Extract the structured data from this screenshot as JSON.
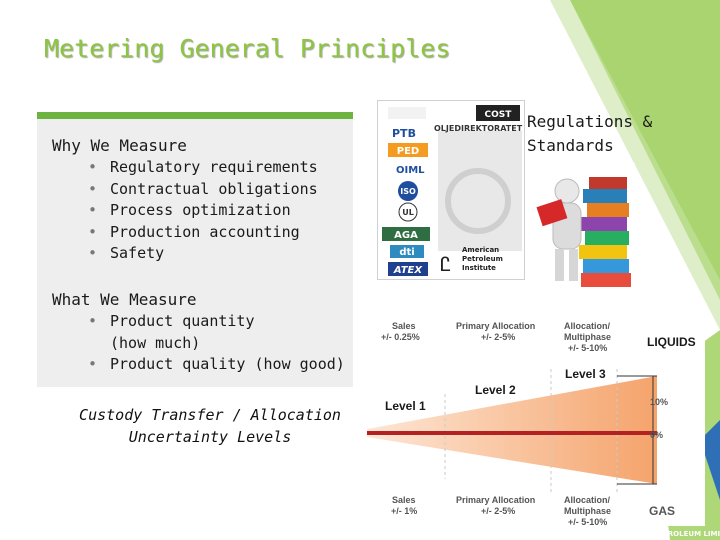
{
  "slide": {
    "title": "Metering General Principles",
    "why_heading": "Why We Measure",
    "why_items": [
      "Regulatory requirements",
      "Contractual obligations",
      "Process optimization",
      "Production accounting",
      "Safety"
    ],
    "what_heading": "What We Measure",
    "what_items": [
      {
        "line1": "Product quantity",
        "line2": "(how much)"
      },
      {
        "line1": "Product quality (how good)",
        "line2": ""
      }
    ],
    "custody_line1": "Custody Transfer / Allocation",
    "custody_line2": "Uncertainty Levels",
    "regulations_line1": "Regulations &",
    "regulations_line2": "Standards",
    "footer": "GULF PETROLEUM LIMITED"
  },
  "standards": {
    "logos": [
      "COST",
      "PTB",
      "OLJEDIREKTORATET",
      "PED",
      "OIML",
      "ISO",
      "UL",
      "AGA",
      "dti",
      "ATEX"
    ],
    "api_line1": "American",
    "api_line2": "Petroleum",
    "api_line3": "Institute"
  },
  "chart": {
    "top": {
      "sales_label": "Sales",
      "sales_value": "+/- 0.25%",
      "primary_label": "Primary Allocation",
      "primary_value": "+/- 2-5%",
      "alloc_label1": "Allocation/",
      "alloc_label2": "Multiphase",
      "alloc_value": "+/- 5-10%",
      "product": "LIQUIDS"
    },
    "bottom": {
      "sales_label": "Sales",
      "sales_value": "+/- 1%",
      "primary_label": "Primary Allocation",
      "primary_value": "+/- 2-5%",
      "alloc_label1": "Allocation/",
      "alloc_label2": "Multiphase",
      "alloc_value": "+/- 5-10%",
      "product": "GAS"
    },
    "levels": [
      "Level 1",
      "Level 2",
      "Level 3"
    ],
    "ticks": [
      "10%",
      "0%"
    ],
    "colors": {
      "cone": "#f5b483",
      "center_line": "#b22222",
      "level_text": "#1a1a1a",
      "labels": "#555555"
    }
  }
}
